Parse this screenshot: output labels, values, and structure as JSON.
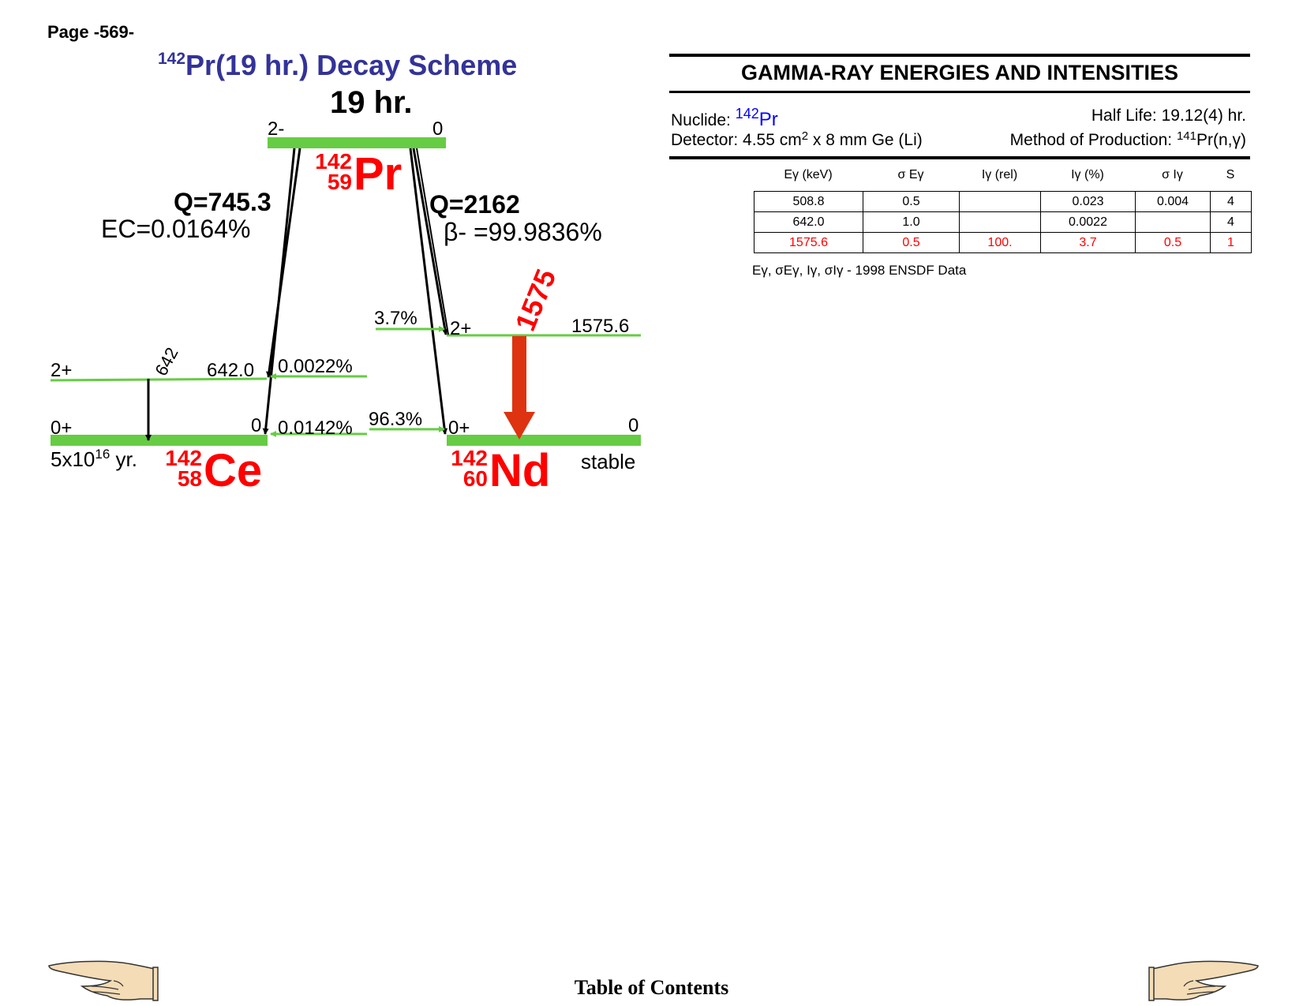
{
  "page": {
    "label": "Page -569-"
  },
  "scheme": {
    "title_mass": "142",
    "title_text": "Pr(19 hr.) Decay Scheme",
    "parent_halflife": "19 hr.",
    "parent_spin": "2-",
    "parent_energy": "0",
    "parent": {
      "mass": "142",
      "z": "59",
      "symbol": "Pr"
    },
    "ec_q": "Q=745.3",
    "ec_branch": "EC=0.0164%",
    "beta_q": "Q=2162",
    "beta_branch": "β- =99.9836%",
    "ce": {
      "mass": "142",
      "z": "58",
      "symbol": "Ce",
      "halflife_base": "5x10",
      "halflife_exp": "16",
      "halflife_unit": " yr.",
      "levels": [
        {
          "spin": "2+",
          "energy": "642.0",
          "feed": "0.0022%"
        },
        {
          "spin": "0+",
          "energy": "0",
          "feed": "0.0142%"
        }
      ],
      "gamma": "642"
    },
    "nd": {
      "mass": "142",
      "z": "60",
      "symbol": "Nd",
      "stability": "stable",
      "levels": [
        {
          "spin": "2+",
          "energy": "1575.6",
          "feed": "3.7%"
        },
        {
          "spin": "0+",
          "energy": "0",
          "feed": "96.3%"
        }
      ],
      "gamma": "1575"
    },
    "colors": {
      "level": "#66cc44",
      "gamma_arrow": "#dd3311",
      "nuclide": "#ff0000",
      "title": "#333399"
    }
  },
  "gamma_table": {
    "title": "GAMMA-RAY ENERGIES AND INTENSITIES",
    "nuclide_label": "Nuclide: ",
    "nuclide_mass": "142",
    "nuclide_symbol": "Pr",
    "half_life": "Half Life: 19.12(4) hr.",
    "detector_pre": "Detector: 4.55 cm",
    "detector_exp": "2",
    "detector_post": " x 8 mm Ge (Li)",
    "production_pre": "Method of Production: ",
    "production_mass": "141",
    "production_post": "Pr(n,γ)",
    "headers": [
      "Eγ (keV)",
      "σ Eγ",
      "Iγ (rel)",
      "Iγ (%)",
      "σ Iγ",
      "S"
    ],
    "rows": [
      [
        "508.8",
        "0.5",
        "",
        "0.023",
        "0.004",
        "4"
      ],
      [
        "642.0",
        "1.0",
        "",
        "0.0022",
        "",
        "4"
      ],
      [
        "1575.6",
        "0.5",
        "100.",
        "3.7",
        "0.5",
        "1"
      ]
    ],
    "footnote": "Eγ, σEγ, Iγ, σIγ - 1998 ENSDF Data"
  },
  "footer": {
    "toc": "Table of Contents",
    "prev_icon": "pointing-hand-left-icon",
    "next_icon": "pointing-hand-right-icon"
  }
}
